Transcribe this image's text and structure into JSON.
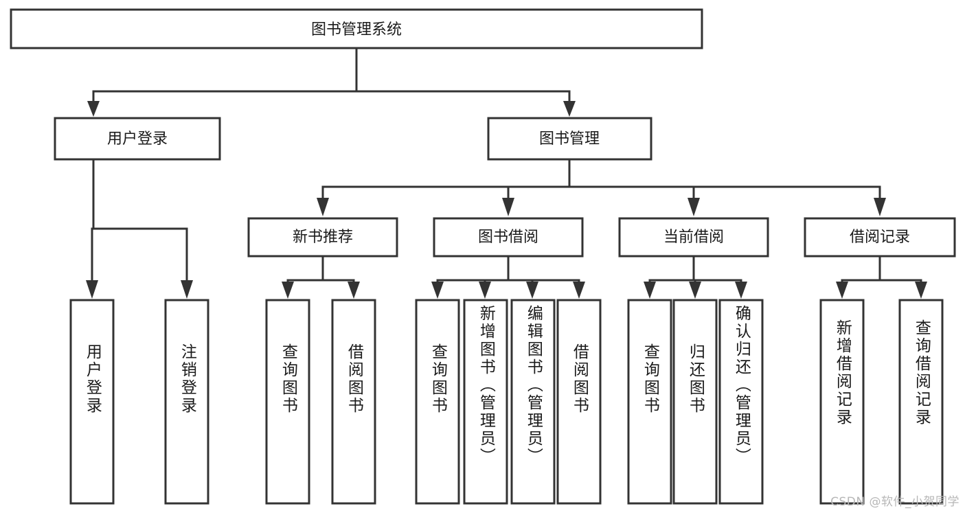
{
  "diagram": {
    "type": "tree-hierarchy",
    "title": "图书管理系统",
    "watermark": "CSDN @软件_小贺同学",
    "colors": {
      "box_stroke": "#333333",
      "box_fill": "#ffffff",
      "text": "#1a1a1a",
      "background": "#ffffff",
      "watermark": "#b7b7b7"
    },
    "root": {
      "label": "图书管理系统"
    },
    "level2": [
      {
        "label": "用户登录"
      },
      {
        "label": "图书管理"
      }
    ],
    "level3": [
      {
        "label": "新书推荐"
      },
      {
        "label": "图书借阅"
      },
      {
        "label": "当前借阅"
      },
      {
        "label": "借阅记录"
      }
    ],
    "leaves_user_login": [
      {
        "label": "用户登录"
      },
      {
        "label": "注销登录"
      }
    ],
    "leaves_new_book": [
      {
        "label": "查询图书"
      },
      {
        "label": "借阅图书"
      }
    ],
    "leaves_borrow": [
      {
        "label": "查询图书"
      },
      {
        "label": "新增图书（管理员）"
      },
      {
        "label": "编辑图书（管理员）"
      },
      {
        "label": "借阅图书"
      }
    ],
    "leaves_current": [
      {
        "label": "查询图书"
      },
      {
        "label": "归还图书"
      },
      {
        "label": "确认归还（管理员）"
      }
    ],
    "leaves_record": [
      {
        "label": "新增借阅记录"
      },
      {
        "label": "查询借阅记录"
      }
    ]
  }
}
